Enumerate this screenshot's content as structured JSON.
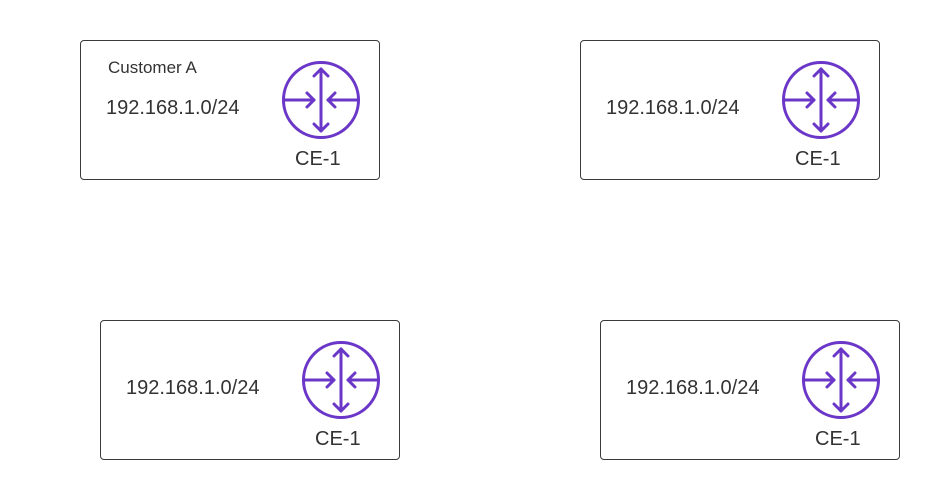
{
  "diagram": {
    "accent_color": "#6b37c8",
    "sites": [
      {
        "customer": "Customer A",
        "subnet": "192.168.1.0/24",
        "router_name": "CE-1",
        "router_icon": "router-icon"
      },
      {
        "customer": "",
        "subnet": "192.168.1.0/24",
        "router_name": "CE-1",
        "router_icon": "router-icon"
      },
      {
        "customer": "",
        "subnet": "192.168.1.0/24",
        "router_name": "CE-1",
        "router_icon": "router-icon"
      },
      {
        "customer": "",
        "subnet": "192.168.1.0/24",
        "router_name": "CE-1",
        "router_icon": "router-icon"
      }
    ]
  }
}
